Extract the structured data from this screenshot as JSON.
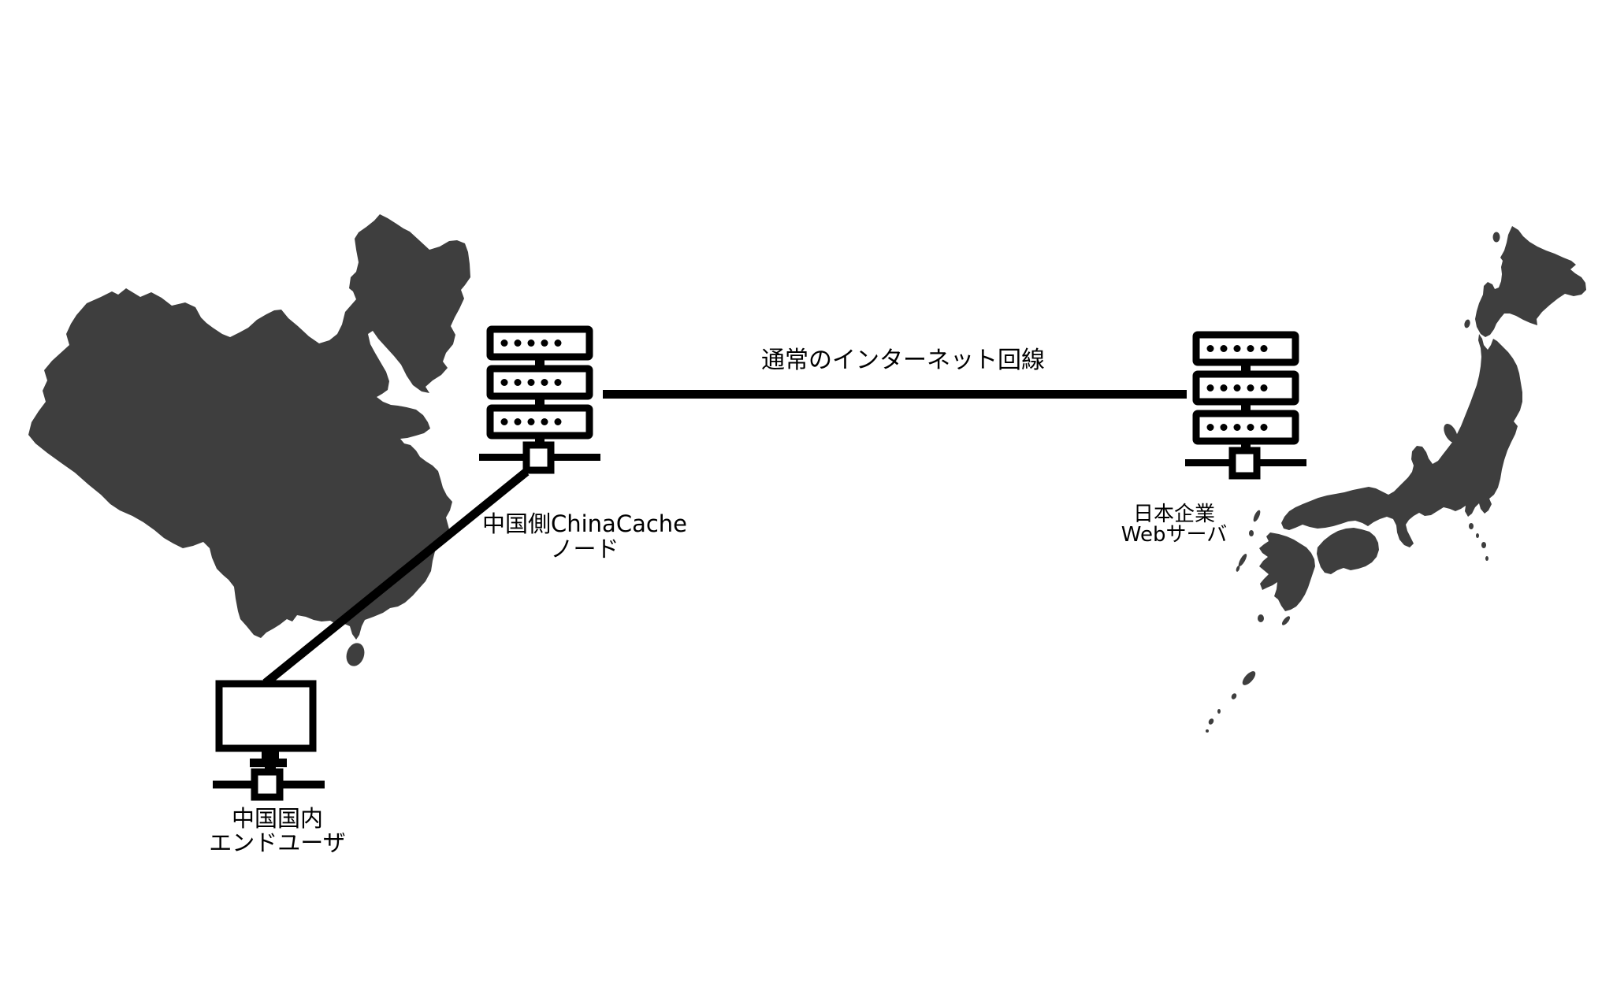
{
  "colors": {
    "background": "#ffffff",
    "map_fill": "#3e3e3e",
    "line": "#000000",
    "text": "#000000"
  },
  "maps": {
    "china": "china-map-silhouette",
    "japan": "japan-map-silhouette"
  },
  "links": {
    "internet": {
      "label": "通常のインターネット回線",
      "from": "china_cache",
      "to": "japan_web"
    },
    "end_user_access": {
      "label": "",
      "from": "end_user",
      "to": "china_cache"
    }
  },
  "nodes": {
    "china_cache": {
      "icon": "server-stack-icon",
      "label_line1": "中国側ChinaCache",
      "label_line2": "ノード"
    },
    "japan_web": {
      "icon": "server-stack-icon",
      "label_line1": "日本企業",
      "label_line2": "Webサーバ"
    },
    "end_user": {
      "icon": "desktop-client-icon",
      "label_line1": "中国国内",
      "label_line2": "エンドユーザ"
    }
  }
}
